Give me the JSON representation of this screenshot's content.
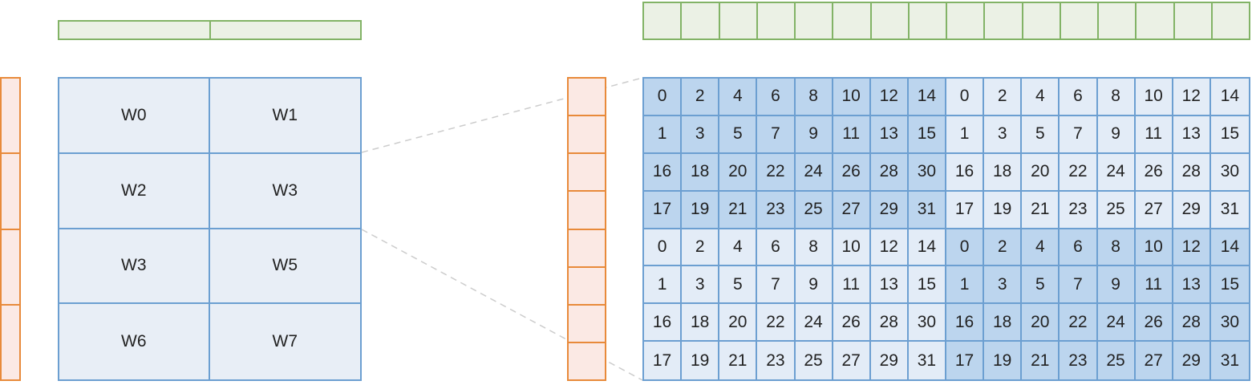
{
  "w_grid": {
    "cells": [
      "W0",
      "W1",
      "W2",
      "W3",
      "W3",
      "W5",
      "W6",
      "W7"
    ]
  },
  "green_bar_small": {
    "segments": 2
  },
  "orange_vec_left": {
    "segments": 4
  },
  "orange_vec_mid": {
    "segments": 8
  },
  "green_bar_big": {
    "segments": 16
  },
  "number_grid": {
    "rows": [
      [
        0,
        2,
        4,
        6,
        8,
        10,
        12,
        14,
        0,
        2,
        4,
        6,
        8,
        10,
        12,
        14
      ],
      [
        1,
        3,
        5,
        7,
        9,
        11,
        13,
        15,
        1,
        3,
        5,
        7,
        9,
        11,
        13,
        15
      ],
      [
        16,
        18,
        20,
        22,
        24,
        26,
        28,
        30,
        16,
        18,
        20,
        22,
        24,
        26,
        28,
        30
      ],
      [
        17,
        19,
        21,
        23,
        25,
        27,
        29,
        31,
        17,
        19,
        21,
        23,
        25,
        27,
        29,
        31
      ],
      [
        0,
        2,
        4,
        6,
        8,
        10,
        12,
        14,
        0,
        2,
        4,
        6,
        8,
        10,
        12,
        14
      ],
      [
        1,
        3,
        5,
        7,
        9,
        11,
        13,
        15,
        1,
        3,
        5,
        7,
        9,
        11,
        13,
        15
      ],
      [
        16,
        18,
        20,
        22,
        24,
        26,
        28,
        30,
        16,
        18,
        20,
        22,
        24,
        26,
        28,
        30
      ],
      [
        17,
        19,
        21,
        23,
        25,
        27,
        29,
        31,
        17,
        19,
        21,
        23,
        25,
        27,
        29,
        31
      ]
    ],
    "highlighted_quadrants": [
      "top-left",
      "bottom-right"
    ]
  },
  "colors": {
    "blue_border": "#6c9fd1",
    "blue_fill_light": "#e3ecf7",
    "blue_fill_highlight": "#bcd5ee",
    "w_grid_fill": "#e8eef6",
    "green_border": "#82b366",
    "green_fill": "#ebf1e5",
    "orange_border": "#e88a3a",
    "orange_fill": "#fbe9e4",
    "connector_dash": "#cccccc"
  }
}
